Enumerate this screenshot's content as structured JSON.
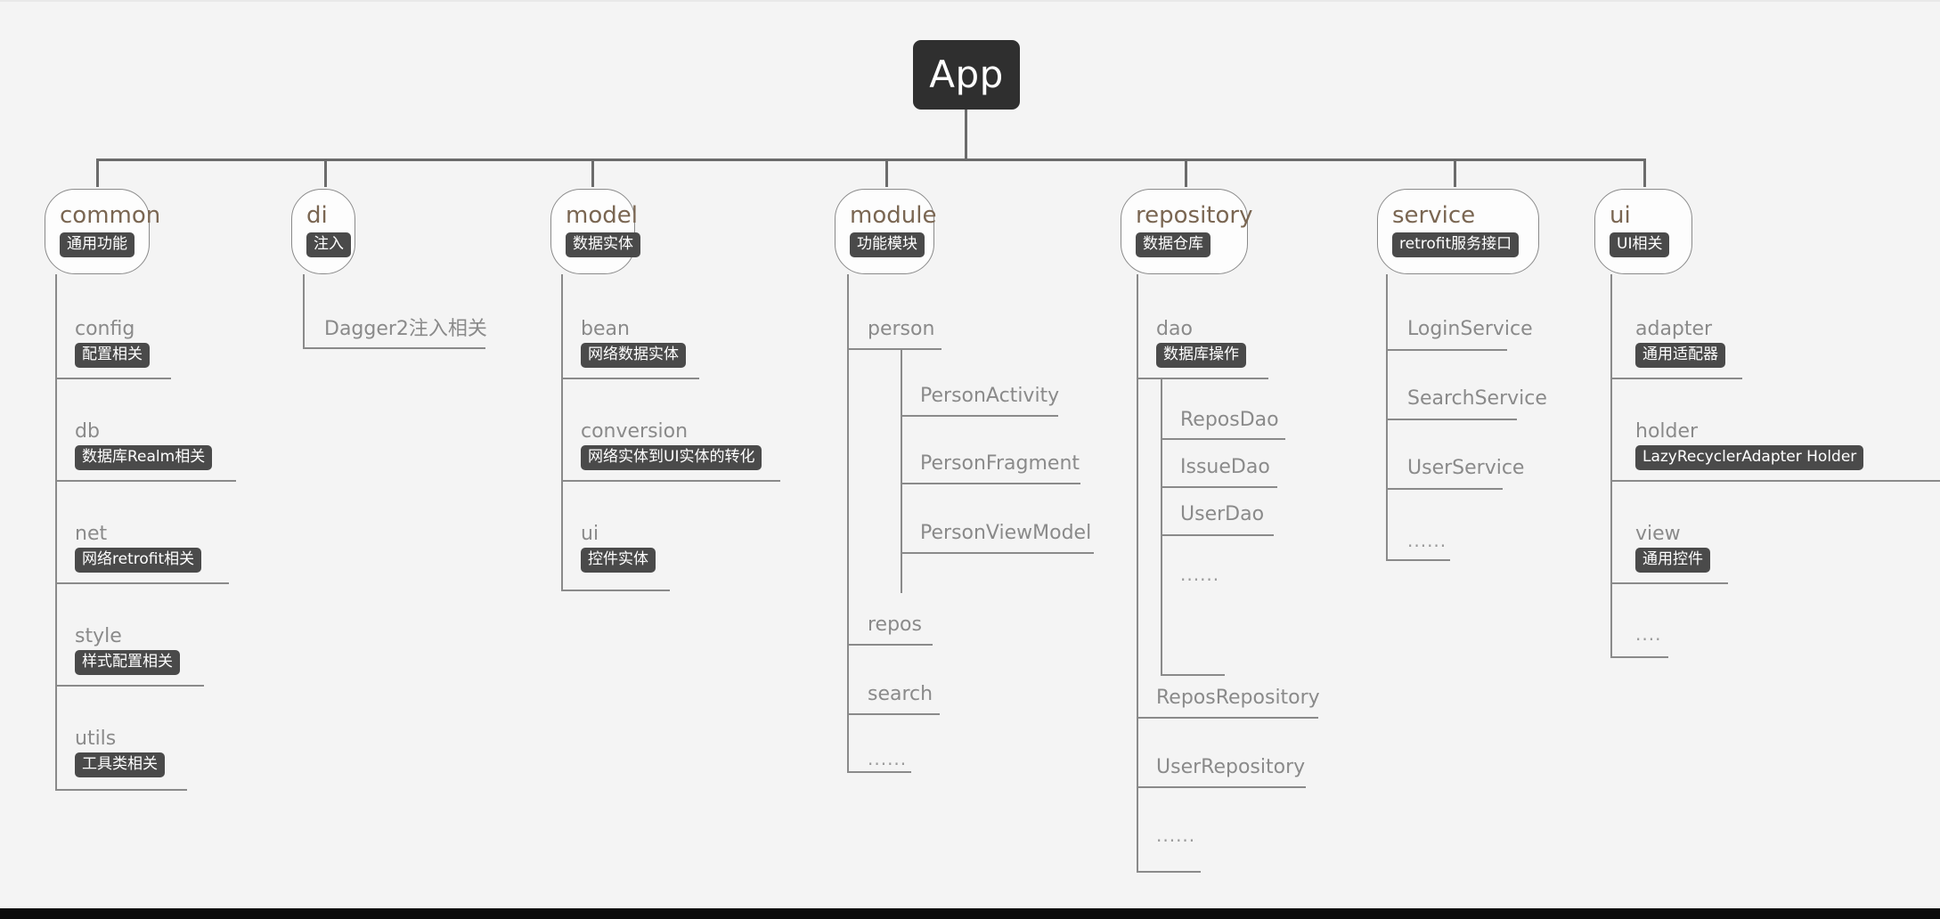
{
  "diagram": {
    "type": "tree",
    "title": "App package structure",
    "root": {
      "label": "App"
    },
    "colors": {
      "background": "#f4f4f4",
      "root_fill": "#2f2f2f",
      "root_text": "#ffffff",
      "branch_name": "#7a6652",
      "child_name": "#8a8a8a",
      "badge_fill": "#4a4a4a",
      "badge_text": "#ffffff",
      "connector": "#6b6b6b",
      "bottom_bar": "#0b0b0b"
    },
    "branches": [
      {
        "name": "common",
        "badge": "通用功能",
        "children": [
          {
            "name": "config",
            "badge": "配置相关"
          },
          {
            "name": "db",
            "badge": "数据库Realm相关"
          },
          {
            "name": "net",
            "badge": "网络retrofit相关"
          },
          {
            "name": "style",
            "badge": "样式配置相关"
          },
          {
            "name": "utils",
            "badge": "工具类相关"
          }
        ]
      },
      {
        "name": "di",
        "badge": "注入",
        "children": [
          {
            "name": "Dagger2注入相关",
            "badge": ""
          }
        ]
      },
      {
        "name": "model",
        "badge": "数据实体",
        "children": [
          {
            "name": "bean",
            "badge": "网络数据实体"
          },
          {
            "name": "conversion",
            "badge": "网络实体到UI实体的转化"
          },
          {
            "name": "ui",
            "badge": "控件实体"
          }
        ]
      },
      {
        "name": "module",
        "badge": "功能模块",
        "children": [
          {
            "name": "person",
            "badge": "",
            "children": [
              {
                "name": "PersonActivity",
                "badge": ""
              },
              {
                "name": "PersonFragment",
                "badge": ""
              },
              {
                "name": "PersonViewModel",
                "badge": ""
              }
            ]
          },
          {
            "name": "repos",
            "badge": ""
          },
          {
            "name": "search",
            "badge": ""
          },
          {
            "name": "......",
            "badge": ""
          }
        ]
      },
      {
        "name": "repository",
        "badge": "数据仓库",
        "children": [
          {
            "name": "dao",
            "badge": "数据库操作",
            "children": [
              {
                "name": "ReposDao",
                "badge": ""
              },
              {
                "name": "IssueDao",
                "badge": ""
              },
              {
                "name": "UserDao",
                "badge": ""
              },
              {
                "name": "......",
                "badge": ""
              }
            ]
          },
          {
            "name": "ReposRepository",
            "badge": ""
          },
          {
            "name": "UserRepository",
            "badge": ""
          },
          {
            "name": "......",
            "badge": ""
          }
        ]
      },
      {
        "name": "service",
        "badge": "retrofit服务接口",
        "children": [
          {
            "name": "LoginService",
            "badge": ""
          },
          {
            "name": "SearchService",
            "badge": ""
          },
          {
            "name": "UserService",
            "badge": ""
          },
          {
            "name": "......",
            "badge": ""
          }
        ]
      },
      {
        "name": "ui",
        "badge": "UI相关",
        "children": [
          {
            "name": "adapter",
            "badge": "通用适配器"
          },
          {
            "name": "holder",
            "badge": "LazyRecyclerAdapter Holder"
          },
          {
            "name": "view",
            "badge": "通用控件"
          },
          {
            "name": "....",
            "badge": ""
          }
        ]
      }
    ]
  }
}
